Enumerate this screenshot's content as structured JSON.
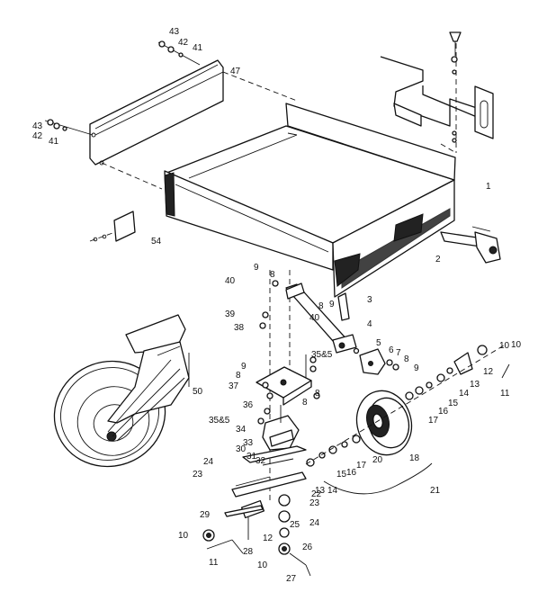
{
  "callouts": [
    {
      "id": "c1",
      "text": "1"
    },
    {
      "id": "c2",
      "text": "2"
    },
    {
      "id": "c3",
      "text": "3"
    },
    {
      "id": "c4",
      "text": "4"
    },
    {
      "id": "c5",
      "text": "5"
    },
    {
      "id": "c6",
      "text": "6"
    },
    {
      "id": "c7",
      "text": "7"
    },
    {
      "id": "c8a",
      "text": "8"
    },
    {
      "id": "c9a",
      "text": "9"
    },
    {
      "id": "c8b",
      "text": "8"
    },
    {
      "id": "c9b",
      "text": "9"
    },
    {
      "id": "c40a",
      "text": "40"
    },
    {
      "id": "c40b",
      "text": "40"
    },
    {
      "id": "c39",
      "text": "39"
    },
    {
      "id": "c38",
      "text": "38"
    },
    {
      "id": "c3585a",
      "text": "35&5"
    },
    {
      "id": "c9c",
      "text": "9"
    },
    {
      "id": "c8c",
      "text": "8"
    },
    {
      "id": "c37",
      "text": "37"
    },
    {
      "id": "c8d",
      "text": "8"
    },
    {
      "id": "c8e",
      "text": "8"
    },
    {
      "id": "c36",
      "text": "36"
    },
    {
      "id": "c3585b",
      "text": "35&5"
    },
    {
      "id": "c34",
      "text": "34"
    },
    {
      "id": "c33",
      "text": "33"
    },
    {
      "id": "c30",
      "text": "30"
    },
    {
      "id": "c31",
      "text": "31"
    },
    {
      "id": "c32",
      "text": "32"
    },
    {
      "id": "c24a",
      "text": "24"
    },
    {
      "id": "c23a",
      "text": "23"
    },
    {
      "id": "c22",
      "text": "22"
    },
    {
      "id": "c23b",
      "text": "23"
    },
    {
      "id": "c24b",
      "text": "24"
    },
    {
      "id": "c25",
      "text": "25"
    },
    {
      "id": "c26",
      "text": "26"
    },
    {
      "id": "c27",
      "text": "27"
    },
    {
      "id": "c29",
      "text": "29"
    },
    {
      "id": "c28",
      "text": "28"
    },
    {
      "id": "c12a",
      "text": "12"
    },
    {
      "id": "c10a",
      "text": "10"
    },
    {
      "id": "c11a",
      "text": "11"
    },
    {
      "id": "c10b",
      "text": "10"
    },
    {
      "id": "c13a",
      "text": "13"
    },
    {
      "id": "c14a",
      "text": "14"
    },
    {
      "id": "c15a",
      "text": "15"
    },
    {
      "id": "c16a",
      "text": "16"
    },
    {
      "id": "c17a",
      "text": "17"
    },
    {
      "id": "c20",
      "text": "20"
    },
    {
      "id": "c18",
      "text": "18"
    },
    {
      "id": "c21",
      "text": "21"
    },
    {
      "id": "c10c",
      "text": "10"
    },
    {
      "id": "c12b",
      "text": "12"
    },
    {
      "id": "c13b",
      "text": "13"
    },
    {
      "id": "c14b",
      "text": "14"
    },
    {
      "id": "c15b",
      "text": "15"
    },
    {
      "id": "c16b",
      "text": "16"
    },
    {
      "id": "c17b",
      "text": "17"
    },
    {
      "id": "c11b",
      "text": "11"
    },
    {
      "id": "c9d",
      "text": "9"
    },
    {
      "id": "c8f",
      "text": "8"
    },
    {
      "id": "c50",
      "text": "50"
    },
    {
      "id": "c54",
      "text": "54"
    },
    {
      "id": "c47",
      "text": "47"
    },
    {
      "id": "c43a",
      "text": "43"
    },
    {
      "id": "c42a",
      "text": "42"
    },
    {
      "id": "c41a",
      "text": "41"
    },
    {
      "id": "c43b",
      "text": "43"
    },
    {
      "id": "c42b",
      "text": "42"
    },
    {
      "id": "c41b",
      "text": "41"
    },
    {
      "id": "c10d",
      "text": "10"
    }
  ]
}
